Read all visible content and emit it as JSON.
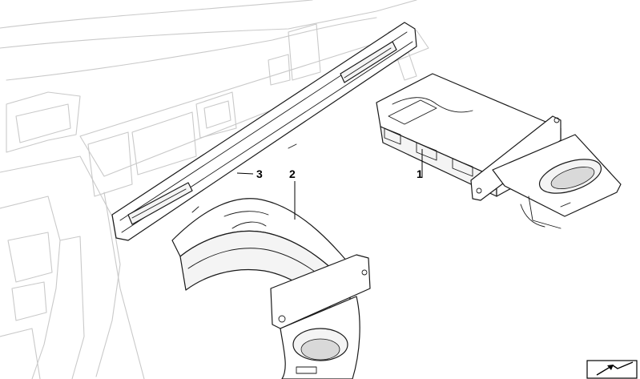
{
  "callouts": {
    "part1": "1",
    "part2": "2",
    "part3": "3"
  },
  "icons": {
    "corner_logo": "direction-arrow-icon"
  }
}
